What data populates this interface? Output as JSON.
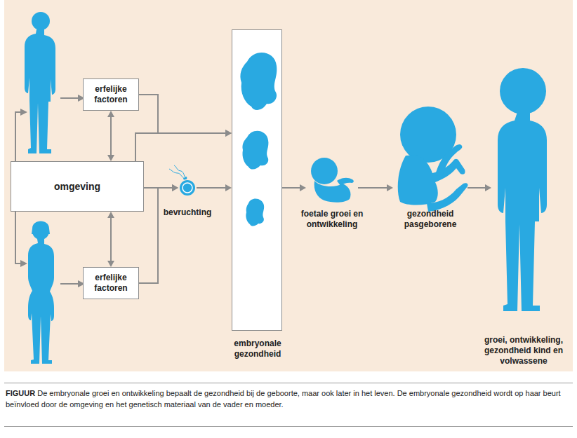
{
  "diagram": {
    "caption": "De embryonale groei en ontwikkeling bepaalt de gezondheid bij de geboorte, maar ook later in het leven. De embryonale gezondheid wordt op haar beurt beïnvloed door de omgeving en het genetisch materiaal van de vader en moeder.",
    "nodes": [
      {
        "text": [
          "erfelijke factoren"
        ]
      },
      {
        "text": [
          "omgeving"
        ]
      },
      {
        "text": [
          "erfelijke factoren"
        ]
      },
      {
        "text": [
          "bevruchting"
        ]
      },
      {
        "text": [
          "embryonale gezondheid"
        ]
      },
      {
        "text": [
          "foetale groei en ontwikkeling"
        ]
      },
      {
        "text": [
          "gezondheid pasgeborene"
        ]
      },
      {
        "text": [
          "groei, ontwikkeling, gezondheid kind en volwassene"
        ]
      }
    ],
    "edges": [
      {
        "from": 1,
        "to": 0,
        "arrow": "both"
      },
      {
        "from": 1,
        "to": 2,
        "arrow": "both"
      },
      {
        "from": 1,
        "to": 3,
        "arrow": "to"
      },
      {
        "from": 0,
        "to": 4,
        "arrow": "to"
      },
      {
        "from": 1,
        "to": 4,
        "arrow": "to"
      },
      {
        "from": 2,
        "to": 3,
        "arrow": "to"
      },
      {
        "from": 3,
        "to": 4,
        "arrow": "to"
      },
      {
        "from": 4,
        "to": 5,
        "arrow": "to"
      },
      {
        "from": 5,
        "to": 6,
        "arrow": "to"
      },
      {
        "from": 6,
        "to": 7,
        "arrow": "to"
      }
    ],
    "labels": [
      "FIGUUR"
    ]
  }
}
